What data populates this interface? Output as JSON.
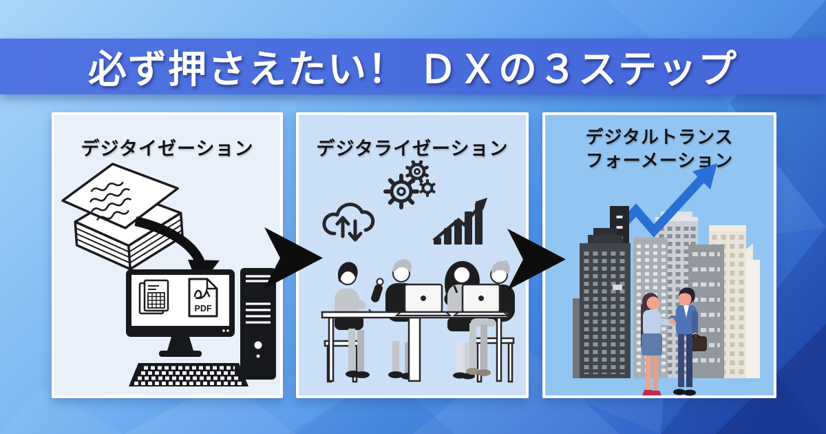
{
  "title": "必ず押さえたい！ ＤＸの３ステップ",
  "steps": [
    {
      "id": "digitization",
      "label": "デジタイゼーション",
      "card_bg": "#e9f0fa",
      "pdf_label": "PDF",
      "icons": [
        "paper-stack",
        "curved-arrow",
        "desktop-computer",
        "spreadsheet-file",
        "pdf-file"
      ]
    },
    {
      "id": "digitalization",
      "label": "デジタライゼーション",
      "card_bg": "#cbdff7",
      "icons": [
        "gears",
        "cloud-upload-download",
        "growth-bar-chart",
        "team-meeting"
      ]
    },
    {
      "id": "digital-transformation",
      "label_line1": "デジタルトランス",
      "label_line2": "フォーメーション",
      "card_bg": "#92c5f2",
      "icons": [
        "growth-zigzag-arrow",
        "city-buildings",
        "business-handshake"
      ]
    }
  ],
  "connectors": {
    "shape": "right-dart-arrow",
    "color": "#0d0d0e",
    "count": 2
  },
  "colors": {
    "bg_top_left": "#abd6f9",
    "bg_bottom_right": "#1d3fa6",
    "banner": "#4a6edd",
    "title_text": "#ffffff",
    "heading_text": "#121212",
    "growth_arrow": "#2a6fd6",
    "illustration_ink": "#1b1b1e"
  }
}
